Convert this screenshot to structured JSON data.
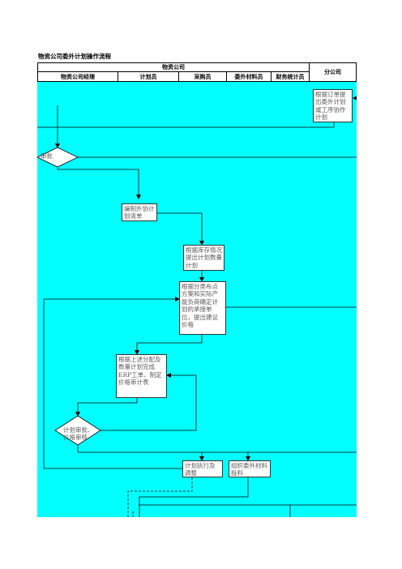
{
  "title": "物资公司委外计划操作流程",
  "header": {
    "group_label": "物资公司",
    "branch_label": "分公司",
    "roles": [
      "物资公司经理",
      "计划员",
      "采购员",
      "委外材料员",
      "财务统计员"
    ]
  },
  "nodes": {
    "branch_plan": "根据订单提出委外计划或工序协作计划",
    "approve": "审批",
    "compile_list": "编制外协计划清单",
    "inventory_plan": "根据库存情况提出计划数量计划",
    "price_suggest": "根据分类布点方案和实际产能负荷确定计划的承接单位，提出建议价格",
    "erp_form": "根据上述分配及数量计划完成ERP工单、制定价格审计表",
    "plan_review": "计划审批、价格审核",
    "execute": "计划执行及调整",
    "organize_material": "组织委外材料投料"
  },
  "colors": {
    "canvas": "#00ffff",
    "box": "#ffffff",
    "line": "#000000",
    "text": "#5a5a5a"
  }
}
